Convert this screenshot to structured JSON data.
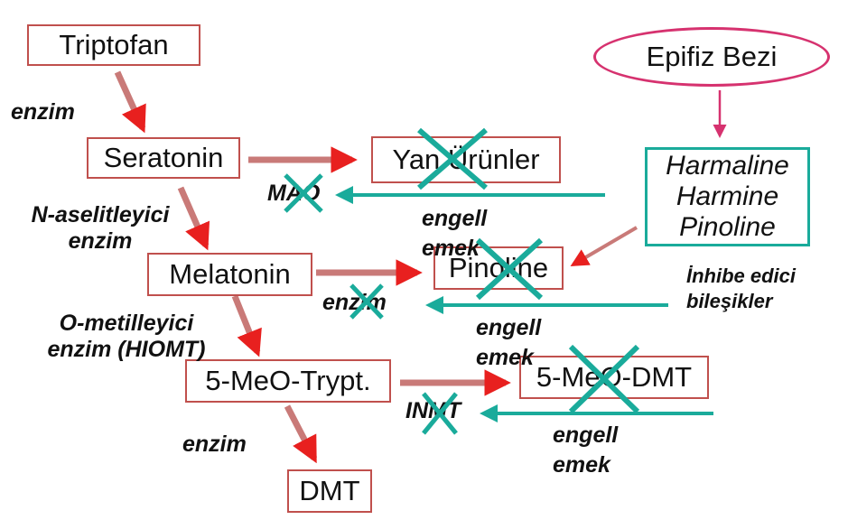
{
  "nodes": {
    "triptofan": "Triptofan",
    "seratonin": "Seratonin",
    "yan_urunler": "Yan Ürünler",
    "melatonin": "Melatonin",
    "pinoline": "Pinoline",
    "meo_trypt": "5-MeO-Trypt.",
    "meo_dmt": "5-MeO-DMT",
    "dmt": "DMT"
  },
  "epifiz": "Epifiz Bezi",
  "inhibitors": [
    "Harmaline",
    "Harmine",
    "Pinoline"
  ],
  "labels": {
    "enzim1": "enzim",
    "n_aselit_1": "N-aselitleyici",
    "n_aselit_2": "enzim",
    "o_metil_1": "O-metilleyici",
    "o_metil_2": "enzim (HIOMT)",
    "enzim_bottom": "enzim",
    "mao": "MAO",
    "enzim_mid": "enzim",
    "inmt": "INMT",
    "engell_1a": "engell",
    "engell_1b": "emek",
    "engell_2a": "engell",
    "engell_2b": "emek",
    "engell_3a": "engell",
    "engell_3b": "emek",
    "inhibe_1": "İnhibe edici",
    "inhibe_2": "bileşikler"
  },
  "colors": {
    "box_border": "#c0504d",
    "red_arrow_body": "#c97a78",
    "red_arrow_head": "#e8201f",
    "teal": "#1aab9b",
    "magenta": "#d6326f"
  }
}
